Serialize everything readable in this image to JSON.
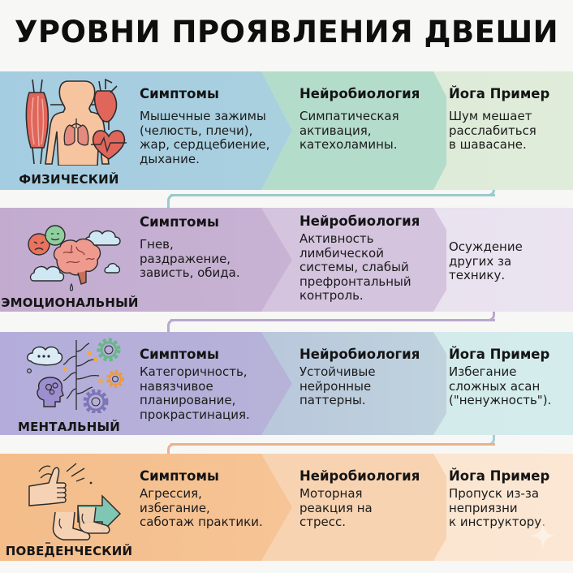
{
  "title": "УРОВНИ ПРОЯВЛЕНИЯ ДВЕШИ",
  "levels": [
    {
      "label": "ФИЗИЧЕСКИЙ",
      "icon": "body-organs-icon",
      "colors": {
        "seg1": "#a7cfe1",
        "seg2": "#b5dccc",
        "seg3": "#dce9d6"
      },
      "symptoms": {
        "heading": "Симптомы",
        "text": "Мышечные зажимы\n(челюсть, плечи),\nжар, сердцебиение,\nдыхание."
      },
      "neuro": {
        "heading": "Нейробиология",
        "text": "Симпатическая\nактивация,\nкатехоламины."
      },
      "yoga": {
        "heading": "Йога Пример",
        "text": "Шум мешает\nрасслабиться\nв шавасане."
      }
    },
    {
      "label": "ЭМОЦИОНАЛЬНЫЙ",
      "icon": "brain-emotions-icon",
      "colors": {
        "seg1": "#c4aed1",
        "seg2": "#d5c5df",
        "seg3": "#e8e0ef"
      },
      "symptoms": {
        "heading": "Симптомы",
        "text": "Гнев,\nраздражение,\nзависть, обида."
      },
      "neuro": {
        "heading": "Нейробиология",
        "text": "Активность\nлимбической\nсистемы, слабый\nпрефронтальный\nконтроль."
      },
      "yoga": {
        "heading": "",
        "text": "Осуждение\nдругих за\nтехнику."
      }
    },
    {
      "label": "МЕНТАЛЬНЫЙ",
      "icon": "mind-gears-icon",
      "colors": {
        "seg1": "#b7b1da",
        "seg2": "#bdd0de",
        "seg3": "#d2eaeb"
      },
      "symptoms": {
        "heading": "Симптомы",
        "text": "Категоричность,\nнавязчивое\nпланирование,\nпрокрастинация."
      },
      "neuro": {
        "heading": "Нейробиология",
        "text": "Устойчивые\nнейронные\nпаттерны."
      },
      "yoga": {
        "heading": "Йога Пример",
        "text": "Избегание\nсложных асан\n(\"ненужность\")."
      }
    },
    {
      "label": "ПОВЕДЕНЧЕСКИЙ",
      "icon": "behavior-arrow-icon",
      "colors": {
        "seg1": "#f5c08e",
        "seg2": "#f8d4b2",
        "seg3": "#fbe4cf"
      },
      "symptoms": {
        "heading": "Симптомы",
        "text": "Агрессия,\nизбегание,\nсаботаж практики."
      },
      "neuro": {
        "heading": "Нейробиология",
        "text": "Моторная\nреакция на\nстресс."
      },
      "yoga": {
        "heading": "Йога Пример",
        "text": "Пропуск из-за\nнеприязни\nк инструктору."
      }
    }
  ],
  "connectors": [
    {
      "color": "#9cc7cf"
    },
    {
      "color": "#b7a6cc"
    },
    {
      "color": "#e9b48a"
    }
  ]
}
